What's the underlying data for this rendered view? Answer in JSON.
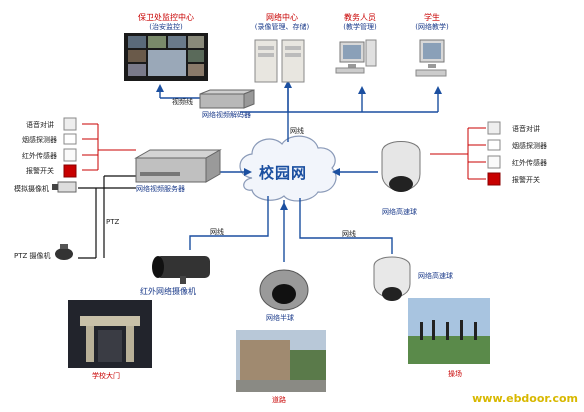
{
  "cloud": {
    "label": "校园网"
  },
  "top": {
    "security_center": {
      "title": "保卫处监控中心",
      "subtitle": "(治安监控)"
    },
    "network_center": {
      "title": "网络中心",
      "subtitle": "(录像管理、存储)"
    },
    "academic_staff": {
      "title": "教务人员",
      "subtitle": "(教学管理)"
    },
    "student": {
      "title": "学生",
      "subtitle": "(网络教学)"
    }
  },
  "decoder": {
    "video_line": "视频线",
    "label": "网络视频解码器"
  },
  "server": {
    "label": "网络视频服务器"
  },
  "left_devices": [
    "语音对讲",
    "烟感探测器",
    "红外传感器",
    "报警开关"
  ],
  "left_cameras": {
    "analog": "模拟摄像机",
    "ptz": "PTZ 摄像机",
    "ptz_line": "PTZ"
  },
  "right_devices": [
    "语音对讲",
    "烟感探测器",
    "红外传感器",
    "报警开关"
  ],
  "speed_dome_top": "网络高速球",
  "speed_dome_bottom": "网络高速球",
  "ir_camera": "红外网络摄像机",
  "half_dome": "网络半球",
  "network_line": "网线",
  "places": {
    "gate": "学校大门",
    "road": "道路",
    "playground": "操场"
  },
  "watermark": "www.ebdoor.com",
  "colors": {
    "line": "#1b4fa0",
    "alarm_line": "#c80000",
    "cloud": "#eef2f8"
  }
}
